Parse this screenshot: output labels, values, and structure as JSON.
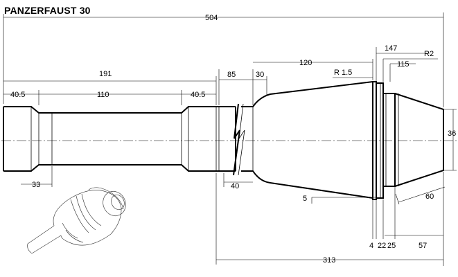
{
  "title": "PANZERFAUST 30",
  "dimensions": {
    "overall_length": "504",
    "tube_length": "191",
    "left_end": "40.5",
    "middle": "110",
    "right_end": "40.5",
    "section_85": "85",
    "section_30": "30",
    "cone_120": "120",
    "len_147": "147",
    "radius_r2": "R2",
    "radius_r15": "R 1.5",
    "len_115": "115",
    "dia_36": "36",
    "neck_33": "33",
    "neck_40": "40",
    "ring_5": "5",
    "cone_60": "60",
    "dim_4": "4",
    "dim_22": "22",
    "dim_25": "25",
    "dim_57": "57",
    "head_313": "313"
  }
}
